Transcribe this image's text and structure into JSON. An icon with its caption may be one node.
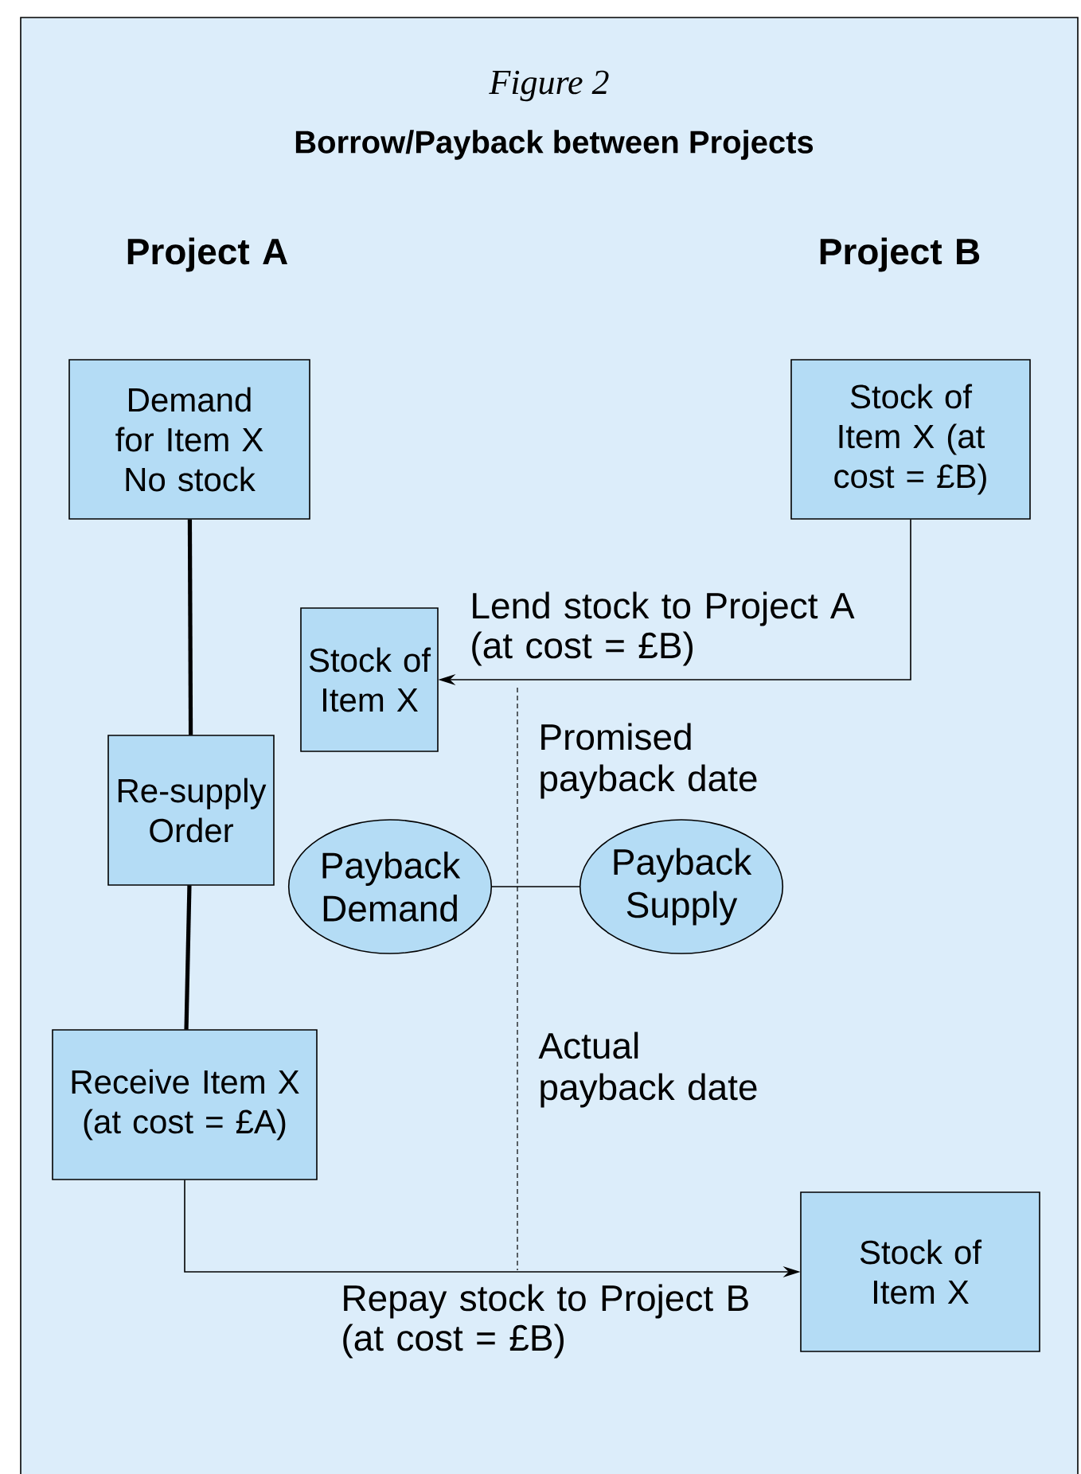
{
  "diagram": {
    "caption": "Figure 2",
    "title": "Borrow/Payback between Projects",
    "nodes": [
      {
        "text": [
          "Demand for Item X No stock"
        ]
      },
      {
        "text": [
          "Stock of Item X (at cost = £B)"
        ]
      },
      {
        "text": [
          "Stock of Item X"
        ]
      },
      {
        "text": [
          "Re-supply Order"
        ]
      },
      {
        "text": [
          "Payback Demand"
        ]
      },
      {
        "text": [
          "Payback Supply"
        ]
      },
      {
        "text": [
          "Receive Item X (at cost = £A)"
        ]
      },
      {
        "text": [
          "Stock of Item X"
        ]
      }
    ],
    "edges": [
      {
        "from": 0,
        "to": 3,
        "arrow": "none",
        "style": "thick"
      },
      {
        "from": 3,
        "to": 6,
        "arrow": "none",
        "style": "thick"
      },
      {
        "from": 1,
        "to": 2,
        "arrow": "to",
        "label": "Lend stock to Project A (at cost = £B)"
      },
      {
        "from": 4,
        "to": 5,
        "arrow": "none"
      },
      {
        "from": 6,
        "to": 7,
        "arrow": "to",
        "label": "Repay stock to Project B (at cost = £B)"
      }
    ],
    "labels": [
      "Project A",
      "Project B",
      "Promised payback date",
      "Actual payback date"
    ]
  }
}
